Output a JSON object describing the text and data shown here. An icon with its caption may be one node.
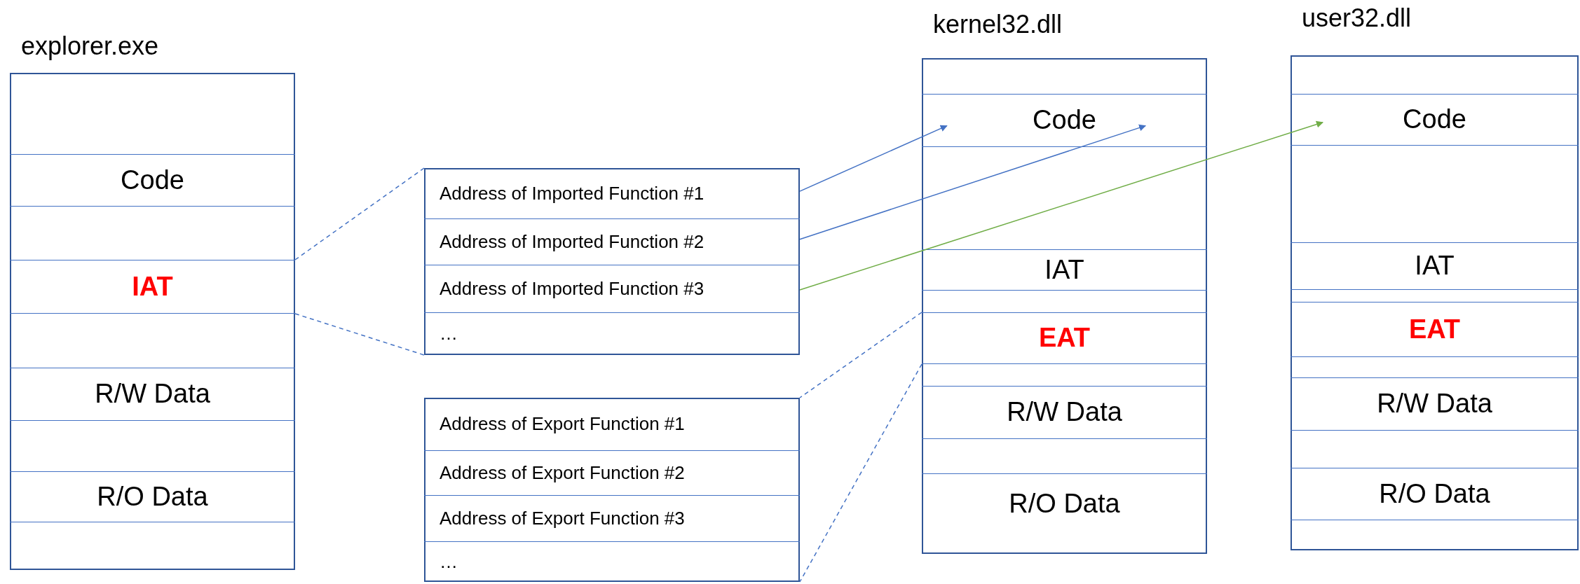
{
  "diagram": {
    "nodes": [
      {
        "text": [
          "explorer.exe"
        ]
      },
      {
        "text": [
          "Code"
        ],
        "in": 0
      },
      {
        "text": [
          "IAT"
        ],
        "in": 0
      },
      {
        "text": [
          "R/W Data"
        ],
        "in": 0
      },
      {
        "text": [
          "R/O Data"
        ],
        "in": 0
      },
      {
        "text": [],
        "shape": "box"
      },
      {
        "text": [
          "Address of Imported Function #1"
        ],
        "in": 5
      },
      {
        "text": [
          "Address of Imported Function #2"
        ],
        "in": 5
      },
      {
        "text": [
          "Address of Imported Function #3"
        ],
        "in": 5
      },
      {
        "text": [
          "…"
        ],
        "in": 5
      },
      {
        "text": [],
        "shape": "box"
      },
      {
        "text": [
          "Address of Export Function #1"
        ],
        "in": 10
      },
      {
        "text": [
          "Address of Export Function #2"
        ],
        "in": 10
      },
      {
        "text": [
          "Address of Export Function #3"
        ],
        "in": 10
      },
      {
        "text": [
          "…"
        ],
        "in": 10
      },
      {
        "text": [
          "kernel32.dll"
        ]
      },
      {
        "text": [
          "Code"
        ],
        "in": 15
      },
      {
        "text": [
          "IAT"
        ],
        "in": 15
      },
      {
        "text": [
          "EAT"
        ],
        "in": 15
      },
      {
        "text": [
          "R/W Data"
        ],
        "in": 15
      },
      {
        "text": [
          "R/O Data"
        ],
        "in": 15
      },
      {
        "text": [
          "user32.dll"
        ]
      },
      {
        "text": [
          "Code"
        ],
        "in": 21
      },
      {
        "text": [
          "IAT"
        ],
        "in": 21
      },
      {
        "text": [
          "EAT"
        ],
        "in": 21
      },
      {
        "text": [
          "R/W Data"
        ],
        "in": 21
      },
      {
        "text": [
          "R/O Data"
        ],
        "in": 21
      }
    ],
    "edges": [
      {
        "from": 2,
        "to": 5,
        "arrow": "none",
        "style": "dashed"
      },
      {
        "from": 2,
        "to": 5,
        "arrow": "none",
        "style": "dashed"
      },
      {
        "from": 6,
        "to": 16,
        "arrow": "to"
      },
      {
        "from": 7,
        "to": 16,
        "arrow": "to"
      },
      {
        "from": 8,
        "to": 22,
        "arrow": "to",
        "color": "#70ad47"
      },
      {
        "from": 18,
        "to": 10,
        "arrow": "none",
        "style": "dashed"
      },
      {
        "from": 18,
        "to": 10,
        "arrow": "none",
        "style": "dashed"
      }
    ]
  }
}
